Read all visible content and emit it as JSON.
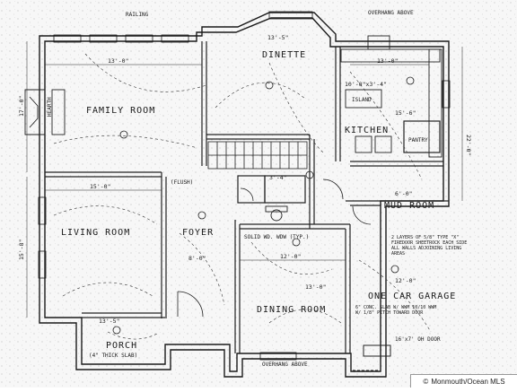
{
  "rooms": {
    "family": "FAMILY ROOM",
    "dinette": "DINETTE",
    "kitchen": "KITCHEN",
    "living": "LIVING ROOM",
    "foyer": "FOYER",
    "mud": "MUD ROOM",
    "dining": "DINING ROOM",
    "porch": "PORCH",
    "garage": "ONE CAR GARAGE",
    "hearth": "HEARTH",
    "island": "ISLAND",
    "pantry": "PANTRY"
  },
  "notes": {
    "railing": "RAILING",
    "overhang_top": "OVERHANG ABOVE",
    "overhang_bottom": "OVERHANG ABOVE",
    "garage_fire": "2 LAYERS OF 5/8\" TYPE \"X\" FIREDOOR SHEETROCK EACH SIDE ALL WALLS ADJOINING LIVING AREAS",
    "porch_slab": "(4\" THICK SLAB)",
    "solid_wd": "SOLID WD. WDW (TYP.)",
    "garage_sub": "6\" CONC. SLAB W/ WWM 10/10 WWM W/ 1/8\" PITCH TOWARD DOOR",
    "garage_door": "16'x7' OH DOOR",
    "flush": "(FLUSH)"
  },
  "dimensions": {
    "family_top": "13'-0\"",
    "dinette_top": "13'-5\"",
    "kitchen_top": "13'-0\"",
    "kitchen_mid": "15'-6\"",
    "mud_width": "6'-0\"",
    "living_top": "15'-0\"",
    "foyer_width": "8'-0\"",
    "dining_top": "12'-0\"",
    "dining_mid": "13'-0\"",
    "garage_mid": "12'-0\"",
    "porch_top": "13'-5\"",
    "left_upper": "17'-0\"",
    "left_lower": "15'-8\"",
    "right_col": "22'-0\"",
    "island_size": "10'-0\"x3'-4\"",
    "stair": "3'-4\""
  },
  "copyright": {
    "symbol": "©",
    "text": "Monmouth/Ocean MLS"
  }
}
